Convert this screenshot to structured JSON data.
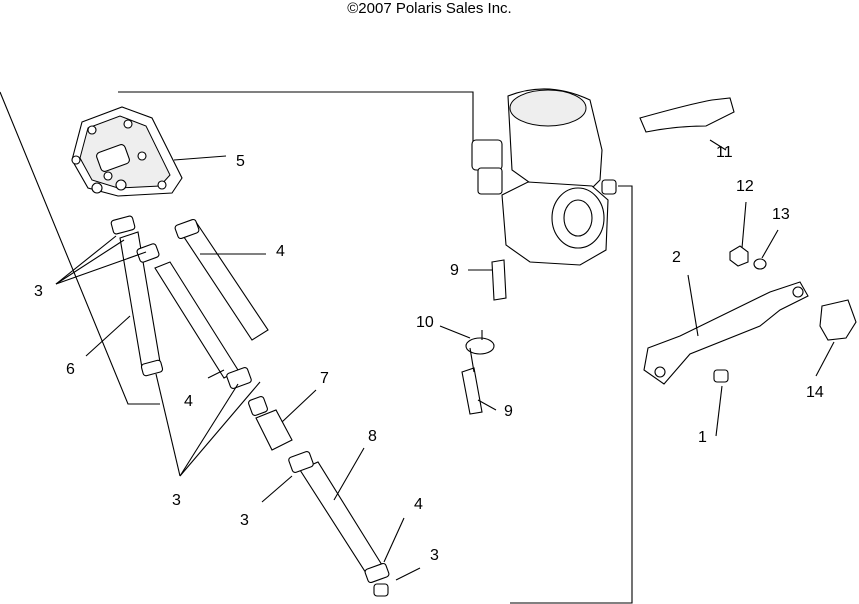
{
  "copyright": "©2007 Polaris Sales Inc.",
  "callouts": {
    "c1": "1",
    "c2": "2",
    "c3a": "3",
    "c3b": "3",
    "c3c": "3",
    "c3d": "3",
    "c4a": "4",
    "c4b": "4",
    "c4c": "4",
    "c5": "5",
    "c6": "6",
    "c7": "7",
    "c8": "8",
    "c9a": "9",
    "c9b": "9",
    "c10": "10",
    "c11": "11",
    "c12": "12",
    "c13": "13",
    "c14": "14"
  }
}
